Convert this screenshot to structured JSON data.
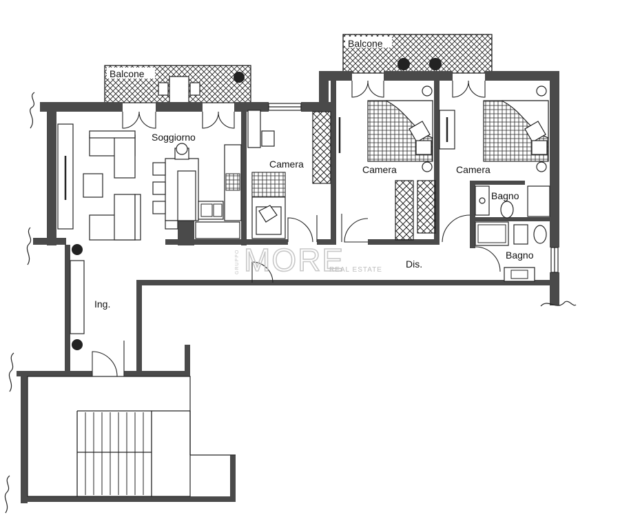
{
  "rooms": {
    "balcone_left": "Balcone",
    "balcone_right": "Balcone",
    "soggiorno": "Soggiorno",
    "camera_small": "Camera",
    "camera_mid": "Camera",
    "camera_right": "Camera",
    "bagno_upper": "Bagno",
    "bagno_lower": "Bagno",
    "dis": "Dis.",
    "ing": "Ing."
  },
  "watermark": {
    "brand": "MORE",
    "tagline": "REAL ESTATE",
    "vertical": "GRUPPO"
  }
}
